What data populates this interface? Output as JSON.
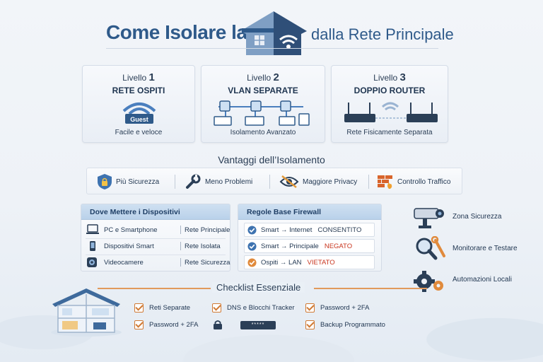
{
  "title": {
    "left": "Come Isolare la",
    "right": "dalla Rete Principale"
  },
  "levels": [
    {
      "label": "Livello",
      "number": "1",
      "title": "RETE OSPITI",
      "badge": "Guest",
      "footer": "Facile e veloce"
    },
    {
      "label": "Livello",
      "number": "2",
      "title": "VLAN SEPARATE",
      "footer": "Isolamento Avanzato"
    },
    {
      "label": "Livello",
      "number": "3",
      "title": "DOPPIO ROUTER",
      "footer": "Rete Fisicamente Separata"
    }
  ],
  "benefits": {
    "title": "Vantaggi dell’Isolamento",
    "items": [
      {
        "label": "Più Sicurezza",
        "icon": "shield-lock-icon"
      },
      {
        "label": "Meno Problemi",
        "icon": "wrench-icon"
      },
      {
        "label": "Maggiore Privacy",
        "icon": "no-eye-icon"
      },
      {
        "label": "Controllo Traffico",
        "icon": "firewall-icon"
      }
    ]
  },
  "devices": {
    "title": "Dove Mettere i Dispositivi",
    "rows": [
      {
        "name": "PC e Smartphone",
        "dest": "Rete Principale",
        "icon": "laptop-icon"
      },
      {
        "name": "Dispositivi Smart",
        "dest": "Rete Isolata",
        "icon": "smart-device-icon"
      },
      {
        "name": "Videocamere",
        "dest": "Rete Sicurezza",
        "icon": "camera-icon"
      }
    ]
  },
  "firewall": {
    "title": "Regole Base Firewall",
    "rows": [
      {
        "rule": "Smart → Internet",
        "state": "CONSENTITO",
        "color": "#2a3d55",
        "icon": "check-circle-icon"
      },
      {
        "rule": "Smart → Principale",
        "state": "NEGATO",
        "color": "#c9351e",
        "icon": "check-circle-icon"
      },
      {
        "rule": "Ospiti → LAN",
        "state": "VIETATO",
        "color": "#c9351e",
        "icon": "check-circle-orange-icon"
      }
    ]
  },
  "side": [
    {
      "label": "Zona Sicurezza",
      "icon": "security-camera-icon"
    },
    {
      "label": "Monitorare e Testare",
      "icon": "magnifier-wrench-icon"
    },
    {
      "label": "Automazioni Locali",
      "icon": "gears-icon"
    }
  ],
  "checklist": {
    "title": "Checklist Essenziale",
    "items": [
      "Reti Separate",
      "DNS e Blocchi Tracker",
      "Password + 2FA",
      "Password + 2FA",
      "Backup Programmato"
    ],
    "password_mask": "*****"
  },
  "colors": {
    "brand": "#2f5a8a",
    "accent": "#e19a5c",
    "danger": "#c9351e"
  }
}
